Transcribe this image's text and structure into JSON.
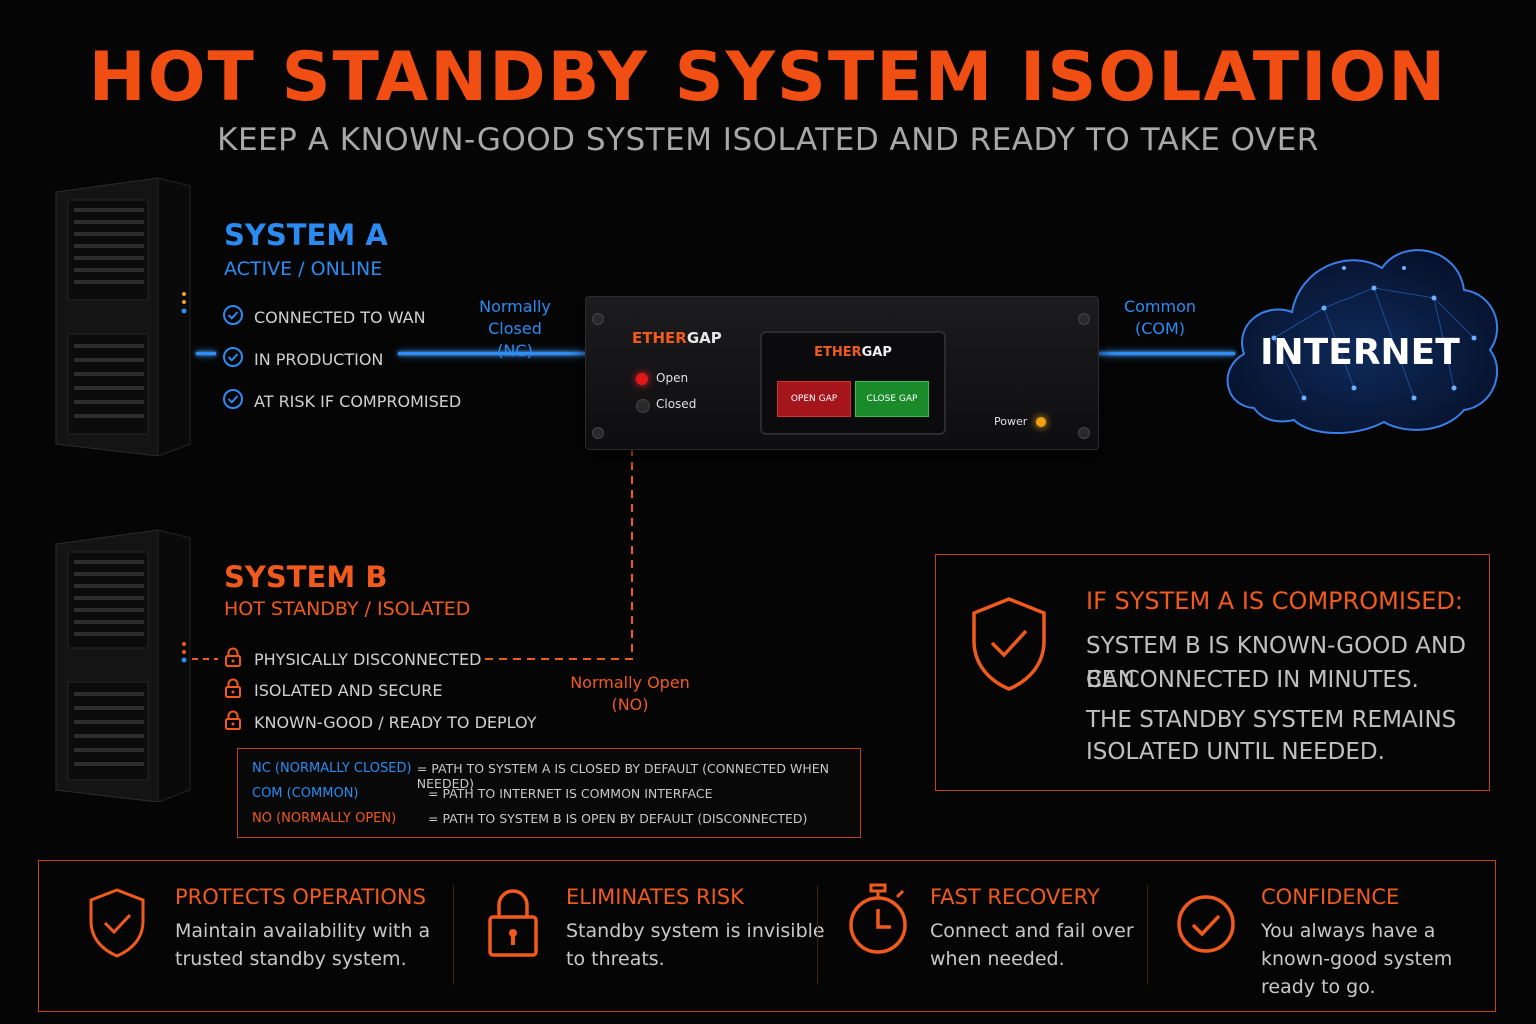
{
  "title": "HOT STANDBY SYSTEM ISOLATION",
  "subtitle": "KEEP A KNOWN-GOOD SYSTEM ISOLATED AND READY TO TAKE OVER",
  "system_a": {
    "name": "SYSTEM A",
    "status": "ACTIVE / ONLINE",
    "items": [
      "CONNECTED TO WAN",
      "IN PRODUCTION",
      "AT RISK IF COMPROMISED"
    ]
  },
  "system_b": {
    "name": "SYSTEM B",
    "status": "HOT STANDBY / ISOLATED",
    "items": [
      "PHYSICALLY DISCONNECTED",
      "ISOLATED AND SECURE",
      "KNOWN-GOOD / READY TO DEPLOY"
    ]
  },
  "ports": {
    "nc": {
      "label": "Normally Closed",
      "abbr": "(NC)"
    },
    "com": {
      "label": "Common",
      "abbr": "(COM)"
    },
    "no": {
      "label": "Normally Open",
      "abbr": "(NO)"
    }
  },
  "device": {
    "brand_a": "ETHER",
    "brand_b": "GAP",
    "led_open": "Open",
    "led_closed": "Closed",
    "power": "Power",
    "screen_brand_a": "ETHER",
    "screen_brand_b": "GAP",
    "open_button": "OPEN GAP",
    "close_button": "CLOSE GAP"
  },
  "internet_label": "INTERNET",
  "legend": [
    {
      "key": "NC (NORMALLY CLOSED)",
      "value": "=  PATH TO SYSTEM A IS CLOSED BY DEFAULT (CONNECTED WHEN NEEDED)",
      "color": "#2a8cf2"
    },
    {
      "key": "COM (COMMON)",
      "value": "=  PATH TO INTERNET IS COMMON INTERFACE",
      "color": "#2a8cf2"
    },
    {
      "key": "NO (NORMALLY OPEN)",
      "value": "=  PATH TO SYSTEM B IS OPEN BY DEFAULT (DISCONNECTED)",
      "color": "#f05a1c"
    }
  ],
  "info": {
    "title": "IF SYSTEM A IS COMPROMISED:",
    "line1": "SYSTEM B IS KNOWN-GOOD AND CAN",
    "line2": "BE CONNECTED IN MINUTES.",
    "line3": "THE STANDBY SYSTEM REMAINS",
    "line4": "ISOLATED UNTIL NEEDED."
  },
  "features": [
    {
      "title": "PROTECTS OPERATIONS",
      "line1": "Maintain availability with a",
      "line2": "trusted standby system.",
      "line3": "",
      "icon": "shield-check-icon"
    },
    {
      "title": "ELIMINATES RISK",
      "line1": "Standby system is invisible",
      "line2": "to threats.",
      "line3": "",
      "icon": "padlock-icon"
    },
    {
      "title": "FAST RECOVERY",
      "line1": "Connect and fail over",
      "line2": "when needed.",
      "line3": "",
      "icon": "stopwatch-icon"
    },
    {
      "title": "CONFIDENCE",
      "line1": "You always have a",
      "line2": "known-good system",
      "line3": "ready to go.",
      "icon": "check-circle-icon"
    }
  ],
  "colors": {
    "accent": "#f04e12",
    "blue": "#2a8cf2",
    "background": "#050505"
  }
}
